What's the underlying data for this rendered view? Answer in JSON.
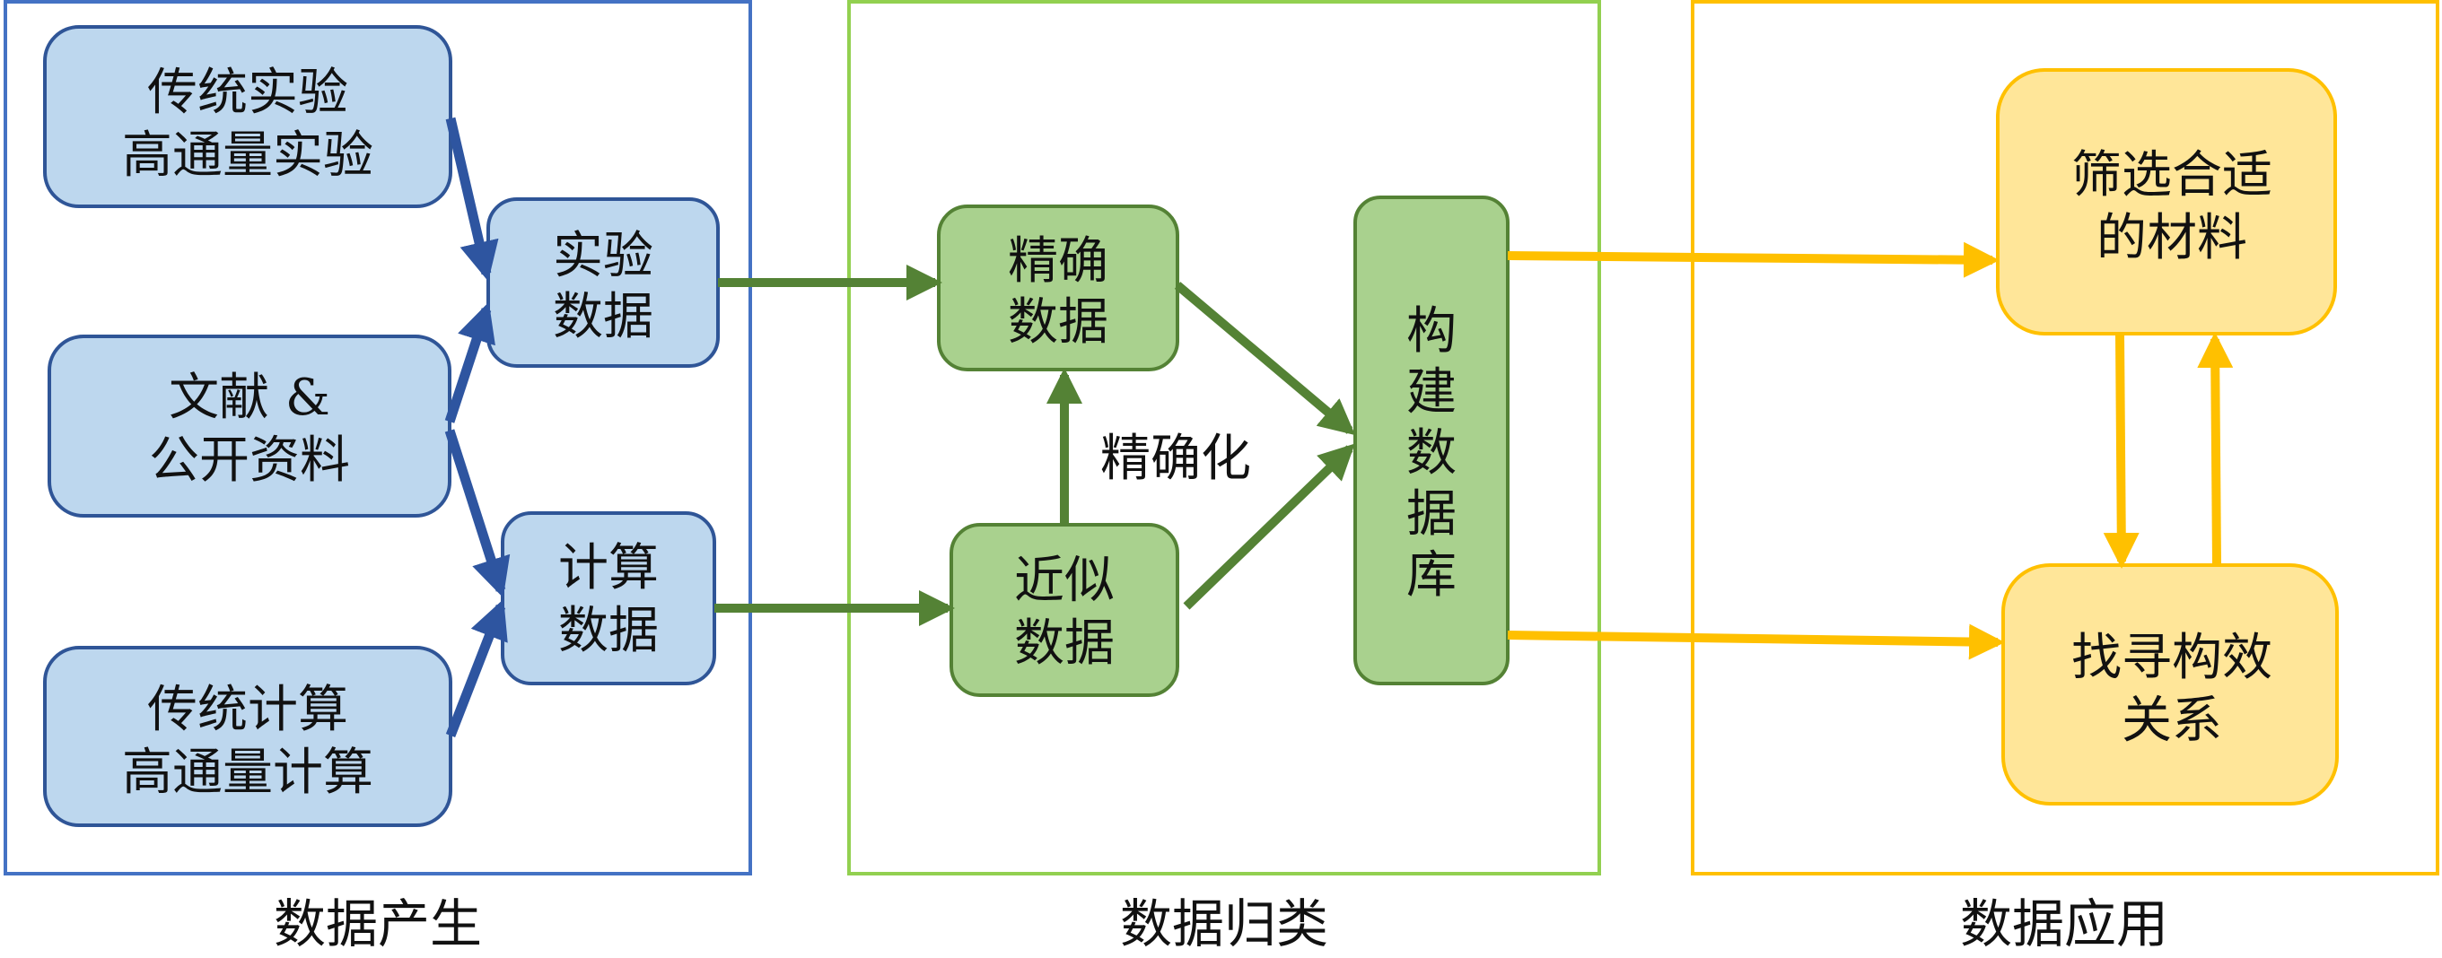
{
  "sections": {
    "production": {
      "caption": "数据产生"
    },
    "classification": {
      "caption": "数据归类"
    },
    "application": {
      "caption": "数据应用"
    }
  },
  "nodes": {
    "traditional_experiment": {
      "line1": "传统实验",
      "line2": "高通量实验"
    },
    "literature": {
      "line1": "文献 &",
      "line2": "公开资料"
    },
    "traditional_computation": {
      "line1": "传统计算",
      "line2": "高通量计算"
    },
    "experimental_data": {
      "line1": "实验",
      "line2": "数据"
    },
    "computational_data": {
      "line1": "计算",
      "line2": "数据"
    },
    "precise_data": {
      "line1": "精确",
      "line2": "数据"
    },
    "approximate_data": {
      "line1": "近似",
      "line2": "数据"
    },
    "database": {
      "chars": [
        "构",
        "建",
        "数",
        "据",
        "库"
      ]
    },
    "screen_materials": {
      "line1": "筛选合适",
      "line2": "的材料"
    },
    "find_relations": {
      "line1": "找寻构效",
      "line2": "关系"
    }
  },
  "labels": {
    "refinement": "精确化"
  },
  "colors": {
    "blue_fill": "#bdd7ee",
    "blue_stroke": "#2f5597",
    "blue_arrow": "#2e55a0",
    "green_fill": "#a9d18e",
    "green_stroke": "#548235",
    "green_arrow": "#548235",
    "green_frame": "#92d050",
    "yellow_fill": "#ffe699",
    "yellow_stroke": "#ffc000",
    "yellow_arrow": "#ffc000"
  }
}
